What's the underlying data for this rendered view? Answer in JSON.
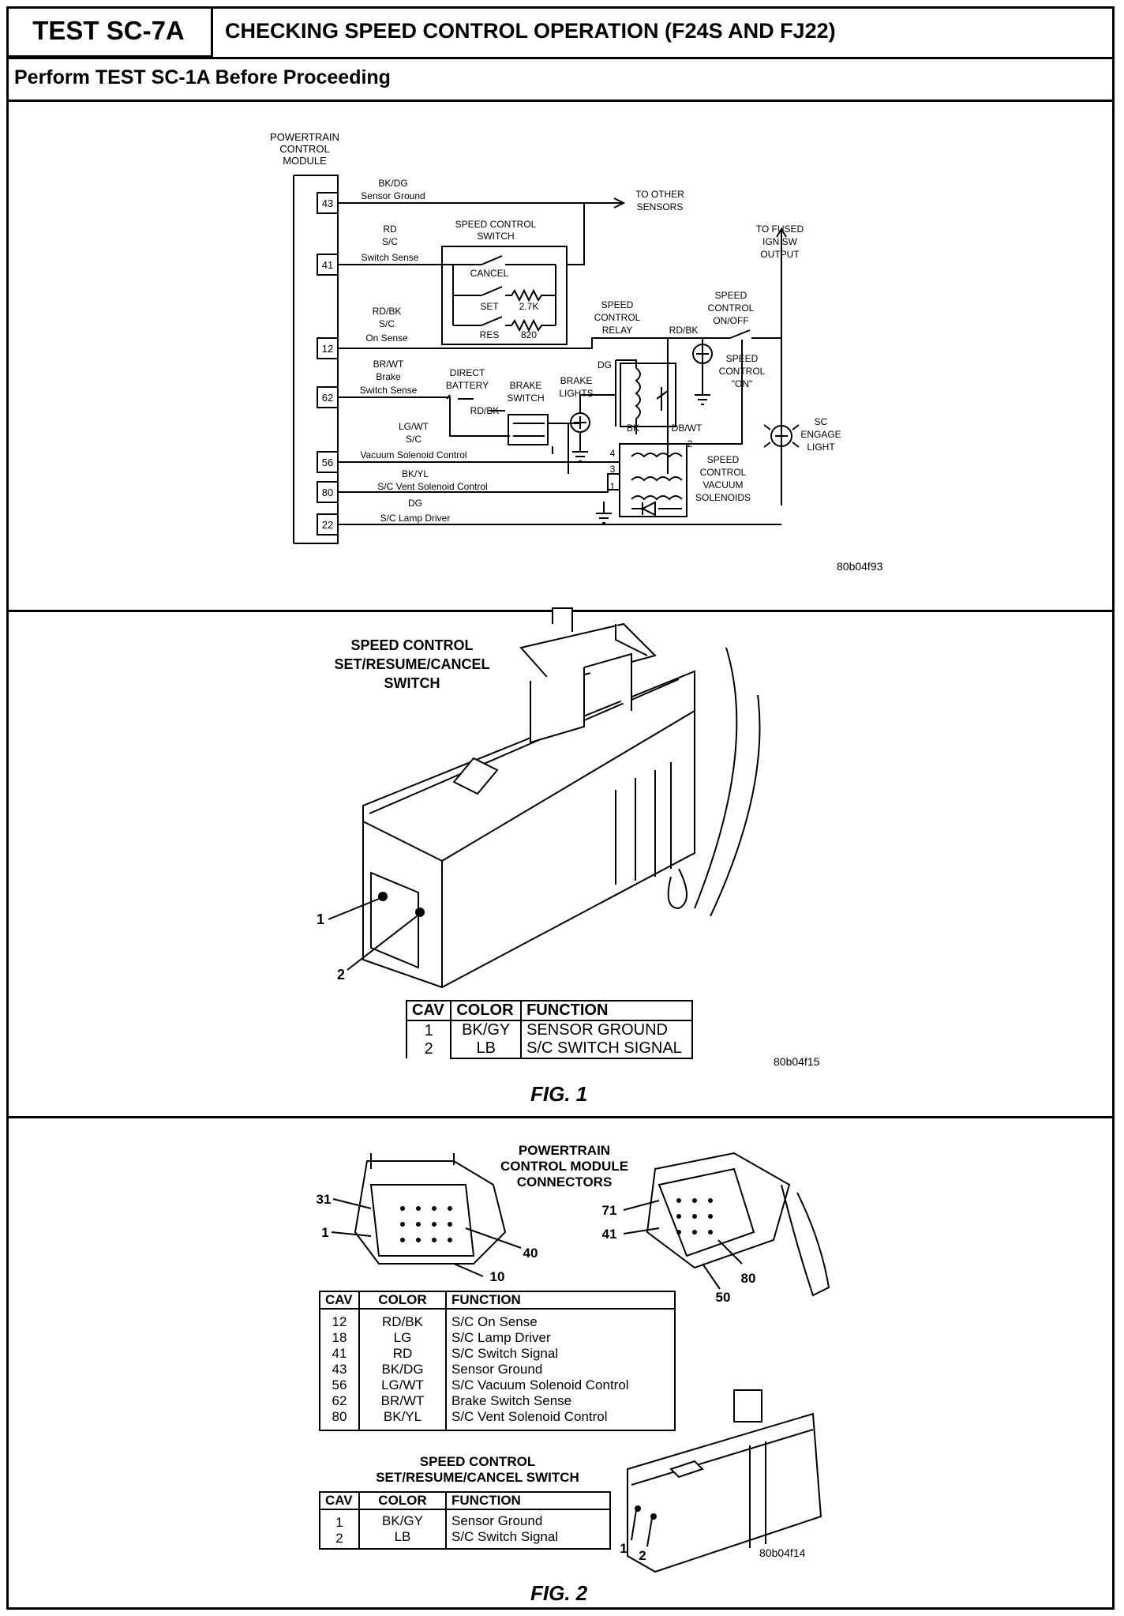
{
  "header": {
    "test_id": "TEST SC-7A",
    "title": "CHECKING SPEED CONTROL OPERATION (F24S AND FJ22)",
    "subtitle": "Perform TEST SC-1A Before Proceeding"
  },
  "schematic": {
    "pcm_label": [
      "POWERTRAIN",
      "CONTROL",
      "MODULE"
    ],
    "pins": [
      "43",
      "41",
      "12",
      "62",
      "56",
      "80",
      "22"
    ],
    "wires": {
      "p43": [
        "BK/DG",
        "Sensor Ground"
      ],
      "p41": [
        "RD",
        "S/C",
        "Switch Sense"
      ],
      "p12": [
        "RD/BK",
        "S/C",
        "On Sense"
      ],
      "p62": [
        "BR/WT",
        "Brake",
        "Switch Sense"
      ],
      "p56": [
        "LG/WT",
        "S/C",
        "Vacuum Solenoid Control"
      ],
      "p80": [
        "BK/YL",
        "S/C Vent Solenoid Control"
      ],
      "p22": [
        "DG",
        "S/C Lamp Driver"
      ]
    },
    "to_other_sensors": [
      "TO OTHER",
      "SENSORS"
    ],
    "to_fused": [
      "TO FUSED",
      "IGN SW",
      "OUTPUT"
    ],
    "switch_label": [
      "SPEED CONTROL",
      "SWITCH"
    ],
    "cancel": "CANCEL",
    "set": "SET",
    "res": "RES",
    "r1": "2.7K",
    "r2": "820",
    "relay_label": [
      "SPEED",
      "CONTROL",
      "RELAY"
    ],
    "rdbk": "RD/BK",
    "onoff_label": [
      "SPEED",
      "CONTROL",
      "ON/OFF"
    ],
    "on_lamp": [
      "SPEED",
      "CONTROL",
      "\"ON\""
    ],
    "direct_battery": [
      "DIRECT",
      "BATTERY"
    ],
    "brake_switch": [
      "BRAKE",
      "SWITCH"
    ],
    "brake_lights": [
      "BRAKE",
      "LIGHTS"
    ],
    "dg": "DG",
    "bk": "BK",
    "dbwt": "DB/WT",
    "engage_light": [
      "SC",
      "ENGAGE",
      "LIGHT"
    ],
    "vac_solenoids": [
      "SPEED",
      "CONTROL",
      "VACUUM",
      "SOLENOIDS"
    ],
    "sol_pins": [
      "4",
      "3",
      "1",
      "2"
    ],
    "code": "80b04f93"
  },
  "fig1": {
    "title": [
      "SPEED CONTROL",
      "SET/RESUME/CANCEL",
      "SWITCH"
    ],
    "callouts": [
      "1",
      "2"
    ],
    "table": {
      "headers": [
        "CAV",
        "COLOR",
        "FUNCTION"
      ],
      "rows": [
        [
          "1",
          "BK/GY",
          "SENSOR GROUND"
        ],
        [
          "2",
          "LB",
          "S/C SWITCH SIGNAL"
        ]
      ]
    },
    "code": "80b04f15",
    "caption": "FIG. 1"
  },
  "fig2": {
    "pcm_title": [
      "POWERTRAIN",
      "CONTROL MODULE",
      "CONNECTORS"
    ],
    "left_callouts": [
      "31",
      "1",
      "40",
      "10"
    ],
    "right_callouts": [
      "71",
      "41",
      "80",
      "50"
    ],
    "table1": {
      "headers": [
        "CAV",
        "COLOR",
        "FUNCTION"
      ],
      "rows": [
        [
          "12",
          "RD/BK",
          "S/C On Sense"
        ],
        [
          "18",
          "LG",
          "S/C Lamp Driver"
        ],
        [
          "41",
          "RD",
          "S/C Switch Signal"
        ],
        [
          "43",
          "BK/DG",
          "Sensor Ground"
        ],
        [
          "56",
          "LG/WT",
          "S/C Vacuum Solenoid Control"
        ],
        [
          "62",
          "BR/WT",
          "Brake Switch Sense"
        ],
        [
          "80",
          "BK/YL",
          "S/C Vent Solenoid Control"
        ]
      ]
    },
    "switch_title": [
      "SPEED CONTROL",
      "SET/RESUME/CANCEL SWITCH"
    ],
    "table2": {
      "headers": [
        "CAV",
        "COLOR",
        "FUNCTION"
      ],
      "rows": [
        [
          "1",
          "BK/GY",
          "Sensor Ground"
        ],
        [
          "2",
          "LB",
          "S/C Switch Signal"
        ]
      ]
    },
    "callouts": [
      "1",
      "2"
    ],
    "code": "80b04f14",
    "caption": "FIG. 2"
  }
}
